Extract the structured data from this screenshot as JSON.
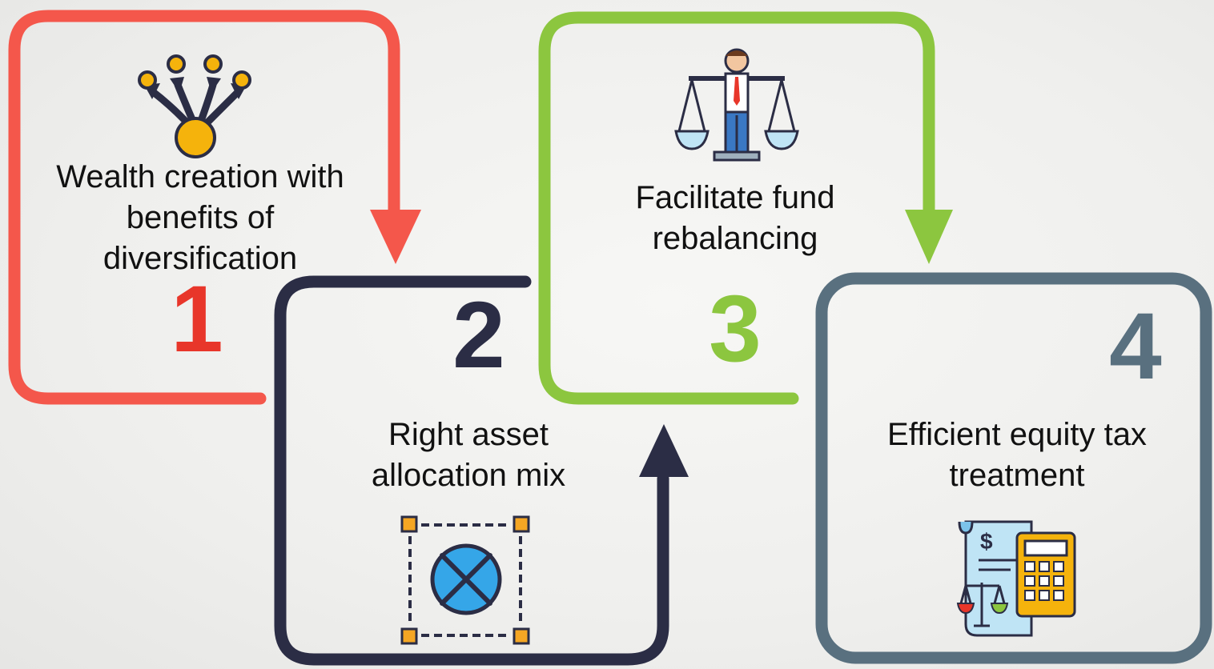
{
  "colors": {
    "step1": "#f4574b",
    "step1_number": "#e8362a",
    "step2": "#2b2d45",
    "step3": "#8cc63f",
    "step4": "#59707f"
  },
  "steps": [
    {
      "number": "1",
      "text": "Wealth creation with benefits of diversification",
      "icon": "diversification-icon"
    },
    {
      "number": "2",
      "text": "Right asset allocation mix",
      "icon": "target-selection-icon"
    },
    {
      "number": "3",
      "text": "Facilitate fund rebalancing",
      "icon": "balance-scale-icon"
    },
    {
      "number": "4",
      "text": "Efficient equity tax treatment",
      "icon": "tax-calculator-icon"
    }
  ]
}
